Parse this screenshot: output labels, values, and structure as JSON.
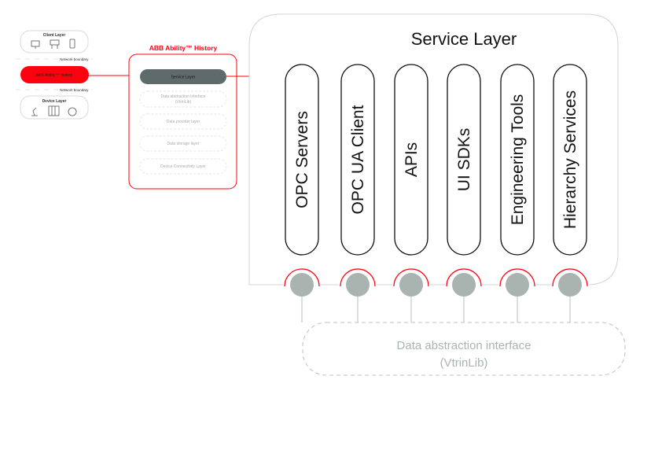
{
  "left_panel": {
    "client_layer": "Client Layer",
    "network_boundary_top": "Network boundary",
    "abb_pill": "ABB Ability™ History",
    "network_boundary_bottom": "Network boundary",
    "device_layer": "Device Layer"
  },
  "history_box": {
    "title": "ABB Ability™ History",
    "layers": [
      "Service Layer",
      "Data abstraction interface",
      "(VtrinLib)",
      "Data provider layer",
      "Data storage layer",
      "Device Connectivity Layer"
    ]
  },
  "service_layer": {
    "title": "Service Layer",
    "pillars": [
      "OPC Servers",
      "OPC UA Client",
      "APIs",
      "UI SDKs",
      "Engineering Tools",
      "Hierarchy Services"
    ]
  },
  "bottom_box": {
    "line1": "Data abstraction interface",
    "line2": "(VtrinLib)"
  },
  "colors": {
    "accent": "#ff000f",
    "dark_pill": "#5f6b6b",
    "connector": "#a9b4b1",
    "border": "#cfd6d4"
  }
}
